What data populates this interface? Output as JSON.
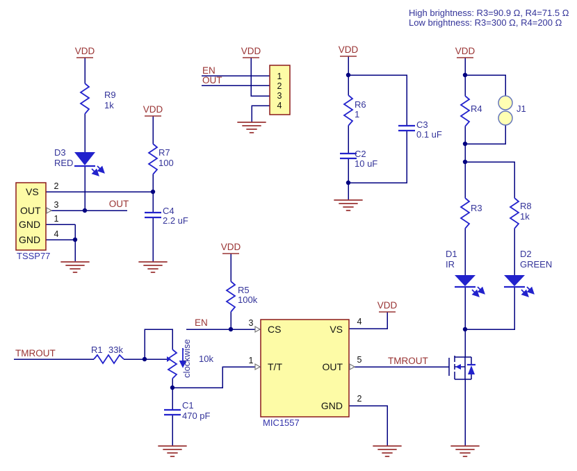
{
  "notes": {
    "high": "High brightness: R3=90.9 Ω, R4=71.5 Ω",
    "low": "Low brightness: R3=300 Ω, R4=200 Ω"
  },
  "power": {
    "vdd": "VDD"
  },
  "nets": {
    "en": "EN",
    "out": "OUT",
    "tmrout": "TMROUT"
  },
  "components": {
    "r1": {
      "ref": "R1",
      "value": "33k"
    },
    "r3": {
      "ref": "R3"
    },
    "r4": {
      "ref": "R4"
    },
    "r5": {
      "ref": "R5",
      "value": "100k"
    },
    "r6": {
      "ref": "R6",
      "value": "1"
    },
    "r7": {
      "ref": "R7",
      "value": "100"
    },
    "r8": {
      "ref": "R8",
      "value": "1k"
    },
    "r9": {
      "ref": "R9",
      "value": "1k"
    },
    "trimmer": {
      "value": "10k",
      "direction": "clockwise"
    },
    "c1": {
      "ref": "C1",
      "value": "470 pF"
    },
    "c2": {
      "ref": "C2",
      "value": "10 uF"
    },
    "c3": {
      "ref": "C3",
      "value": "0.1 uF"
    },
    "c4": {
      "ref": "C4",
      "value": "2.2 uF"
    },
    "d1": {
      "ref": "D1",
      "value": "IR"
    },
    "d2": {
      "ref": "D2",
      "value": "GREEN"
    },
    "d3": {
      "ref": "D3",
      "value": "RED"
    },
    "j1": {
      "ref": "J1"
    }
  },
  "ics": {
    "tssp77": {
      "name": "TSSP77",
      "pins": {
        "vs": "VS",
        "out": "OUT",
        "gnd1": "GND",
        "gnd2": "GND"
      },
      "numbers": {
        "vs": "2",
        "out": "3",
        "gnd1": "1",
        "gnd2": "4"
      }
    },
    "mic1557": {
      "name": "MIC1557",
      "pins": {
        "cs": "CS",
        "tt": "T/T",
        "vs": "VS",
        "out": "OUT",
        "gnd": "GND"
      },
      "numbers": {
        "cs": "3",
        "tt": "1",
        "vs": "4",
        "out": "5",
        "gnd": "2"
      }
    },
    "header": {
      "pins": [
        "1",
        "2",
        "3",
        "4"
      ]
    }
  },
  "colors": {
    "wire": "#000080",
    "component": "#2222cc",
    "net_label": "#993333",
    "ref_label": "#333399",
    "ic_fill": "#fdfba6",
    "ic_border": "#8b1a1a",
    "note_text": "#333399",
    "background": "#ffffff"
  }
}
